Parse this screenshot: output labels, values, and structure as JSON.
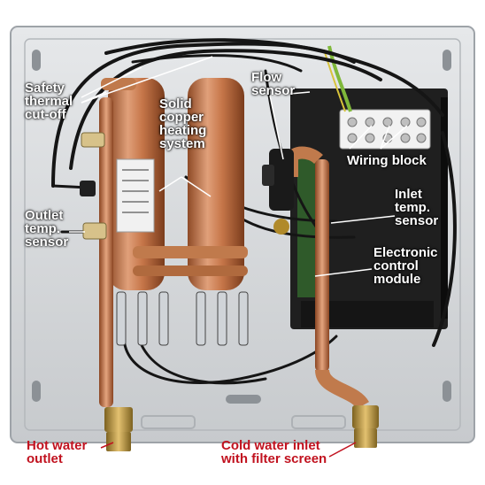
{
  "diagram": {
    "labels": {
      "safety_cutoff": "Safety\nthermal\ncut-off",
      "solid_copper": "Solid\ncopper\nheating\nsystem",
      "flow_sensor": "Flow\nsensor",
      "wiring_block": "Wiring block",
      "outlet_temp": "Outlet\ntemp.\nsensor",
      "inlet_temp": "Inlet\ntemp.\nsensor",
      "electronic_module": "Electronic\ncontrol\nmodule",
      "hot_water_outlet": "Hot water\noutlet",
      "cold_water_inlet": "Cold water inlet\nwith filter screen"
    },
    "colors": {
      "panel": "#d7d9dc",
      "copper": "#c87a4e",
      "brass": "#b8923a",
      "module": "#1f1f1f",
      "wiring_block": "#f2f2f2",
      "cable": "#151515",
      "label_red": "#c1121f",
      "label_white": "#ffffff"
    }
  }
}
